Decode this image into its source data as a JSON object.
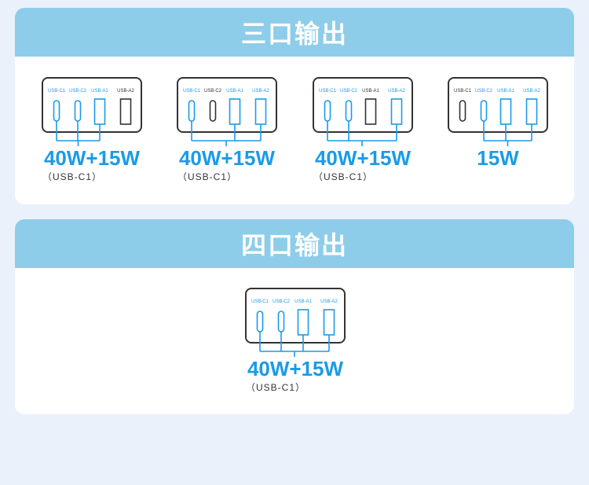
{
  "colors": {
    "accent": "#1a9be8",
    "band": "#8ecde9",
    "inactive": "#333333"
  },
  "sections": [
    {
      "title": "三口输出",
      "devices": [
        {
          "ports": [
            {
              "label": "USB-C1",
              "type": "C",
              "active": true
            },
            {
              "label": "USB-C2",
              "type": "C",
              "active": true
            },
            {
              "label": "USB-A1",
              "type": "A",
              "active": true
            },
            {
              "label": "USB-A2",
              "type": "A",
              "active": false
            }
          ],
          "watt": "40W+15W",
          "note": "（USB-C1）"
        },
        {
          "ports": [
            {
              "label": "USB-C1",
              "type": "C",
              "active": true
            },
            {
              "label": "USB-C2",
              "type": "C",
              "active": false
            },
            {
              "label": "USB-A1",
              "type": "A",
              "active": true
            },
            {
              "label": "USB-A2",
              "type": "A",
              "active": true
            }
          ],
          "watt": "40W+15W",
          "note": "（USB-C1）"
        },
        {
          "ports": [
            {
              "label": "USB-C1",
              "type": "C",
              "active": true
            },
            {
              "label": "USB-C2",
              "type": "C",
              "active": true
            },
            {
              "label": "USB-A1",
              "type": "A",
              "active": false
            },
            {
              "label": "USB-A2",
              "type": "A",
              "active": true
            }
          ],
          "watt": "40W+15W",
          "note": "（USB-C1）"
        },
        {
          "ports": [
            {
              "label": "USB-C1",
              "type": "C",
              "active": false
            },
            {
              "label": "USB-C2",
              "type": "C",
              "active": true
            },
            {
              "label": "USB-A1",
              "type": "A",
              "active": true
            },
            {
              "label": "USB-A2",
              "type": "A",
              "active": true
            }
          ],
          "watt": "15W",
          "note": ""
        }
      ]
    },
    {
      "title": "四口输出",
      "devices": [
        {
          "ports": [
            {
              "label": "USB-C1",
              "type": "C",
              "active": true
            },
            {
              "label": "USB-C2",
              "type": "C",
              "active": true
            },
            {
              "label": "USB-A1",
              "type": "A",
              "active": true
            },
            {
              "label": "USB-A2",
              "type": "A",
              "active": true
            }
          ],
          "watt": "40W+15W",
          "note": "（USB-C1）"
        }
      ]
    }
  ]
}
